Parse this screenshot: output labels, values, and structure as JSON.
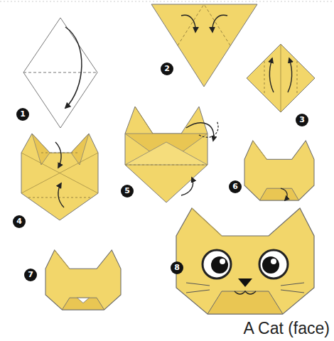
{
  "diagram": {
    "caption": "A Cat (face)",
    "labels": [
      "1",
      "2",
      "3",
      "4",
      "5",
      "6",
      "7",
      "8"
    ]
  }
}
